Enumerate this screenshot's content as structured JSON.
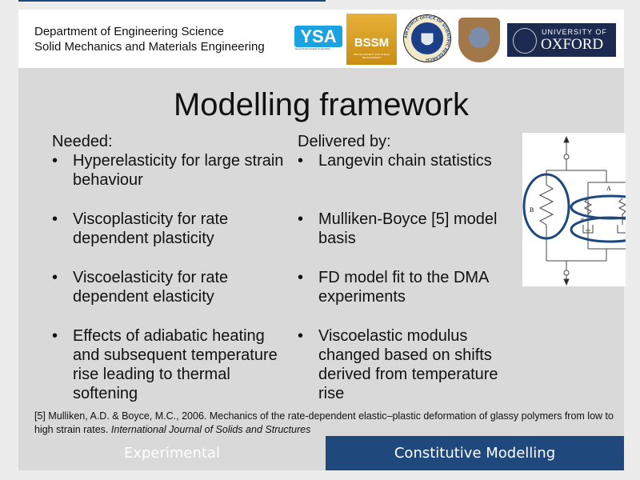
{
  "header": {
    "dept_line1": "Department of Engineering Science",
    "dept_line2": "Solid Mechanics and Materials Engineering",
    "logos": {
      "ysa": "YSA",
      "ysa_sub": "Young Stress Analyst Competition",
      "bssm": "BSSM",
      "bssm_sub": "BRITISH SOCIETY FOR STRAIN MEASUREMENT",
      "afosr": "AIR FORCE OFFICE OF SCIENTIFIC RESEARCH",
      "oxford_top": "UNIVERSITY OF",
      "oxford_main": "OXFORD"
    }
  },
  "slide": {
    "title": "Modelling framework",
    "left": {
      "heading": "Needed:",
      "items": [
        "Hyperelasticity for large strain behaviour",
        "Viscoplasticity for rate dependent plasticity",
        "Viscoelasticity for rate dependent elasticity",
        "Effects of adiabatic heating and subsequent temperature rise leading to thermal softening"
      ]
    },
    "right": {
      "heading": "Delivered by:",
      "items": [
        "Langevin chain statistics",
        "Mulliken-Boyce [5] model basis",
        "FD model fit to the DMA experiments",
        "Viscoelastic modulus changed based on shifts derived from temperature rise"
      ]
    },
    "diagram": {
      "label_a": "A",
      "label_b": "B",
      "label_alpha": "α"
    },
    "reference": {
      "text": "[5] Mulliken, A.D. & Boyce, M.C., 2006. Mechanics of the rate-dependent elastic–plastic deformation of glassy polymers from low to high strain rates. ",
      "journal": "International Journal of Solids and Structures"
    }
  },
  "tabs": [
    {
      "label": "Experimental",
      "active": false
    },
    {
      "label": "Constitutive Modelling",
      "active": true
    }
  ],
  "colors": {
    "accent": "#1f497d",
    "slide_bg": "#d9d9d9"
  }
}
